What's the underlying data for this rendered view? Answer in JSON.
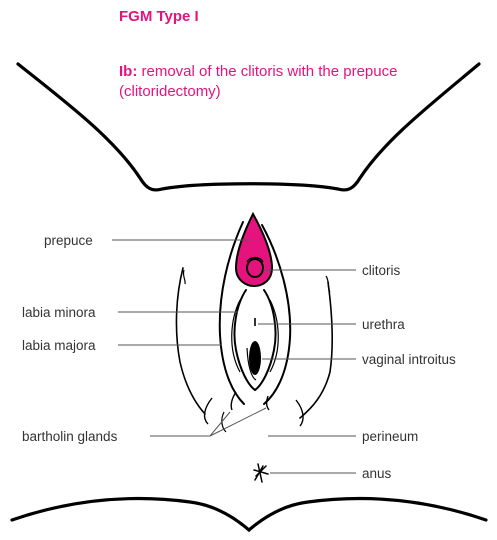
{
  "title": "FGM Type I",
  "subtitle": {
    "code": "Ib:",
    "text": "removal of the clitoris with the prepuce (clitoridectomy)"
  },
  "labels": {
    "prepuce": "prepuce",
    "labia_minora": "labia minora",
    "labia_majora": "labia majora",
    "bartholin_glands": "bartholin glands",
    "clitoris": "clitoris",
    "urethra": "urethra",
    "vaginal_introitus": "vaginal introitus",
    "perineum": "perineum",
    "anus": "anus"
  },
  "colors": {
    "accent": "#e5137e",
    "line": "#000000",
    "leader": "#555555",
    "text": "#333333"
  }
}
